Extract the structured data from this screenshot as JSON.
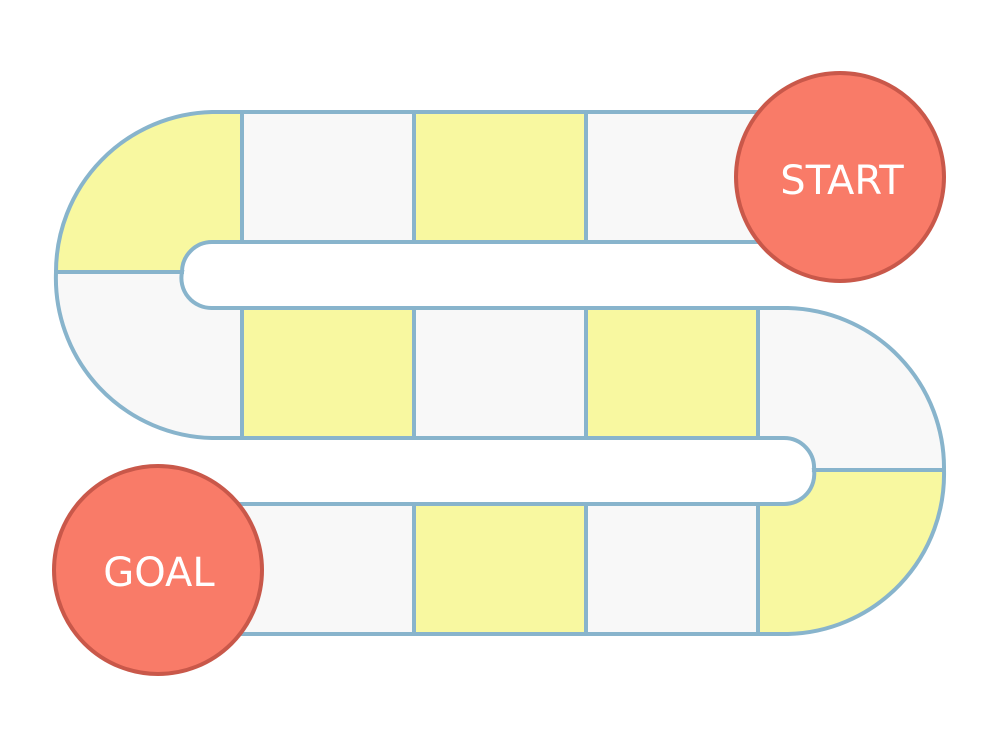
{
  "board": {
    "start_label": "START",
    "goal_label": "GOAL",
    "colors": {
      "yellow": "#f8f8a0",
      "white": "#f8f8f8",
      "border": "#88b4cc",
      "marker_fill": "#f97b68",
      "marker_stroke": "#c9584a",
      "marker_text": "#ffffff"
    },
    "rows": [
      {
        "direction": "right-to-left",
        "squares": [
          "white",
          "yellow",
          "white"
        ],
        "turn": "yellow"
      },
      {
        "direction": "left-to-right",
        "turn_in": "white",
        "squares": [
          "yellow",
          "white",
          "yellow"
        ],
        "turn": "white"
      },
      {
        "direction": "right-to-left",
        "turn_in": "yellow",
        "squares": [
          "white",
          "yellow",
          "white"
        ]
      }
    ]
  }
}
